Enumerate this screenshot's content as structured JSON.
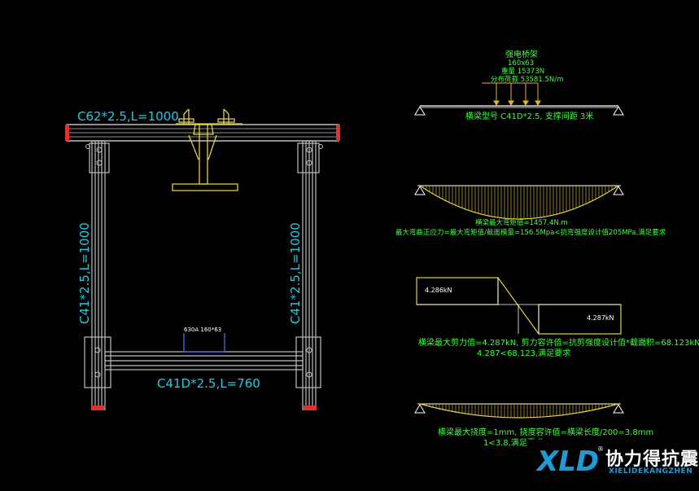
{
  "left_frame": {
    "top_beam_label": "C62*2.5,L=1000",
    "left_post_label": "C41*2.5,L=1000",
    "right_post_label": "C41*2.5,L=1000",
    "bottom_beam_label": "C41D*2.5,L=760",
    "cable_tray_label": "630A 160*63"
  },
  "load_diagram": {
    "title_line1": "强电桥架",
    "title_line2": "160x63",
    "title_line3": "重量 15373N",
    "title_line4": "分布荷载 53581.5N/m",
    "support_note": "横梁型号 C41D*2.5, 支撑间距 3米"
  },
  "moment_diagram": {
    "line1": "横梁最大弯矩值=1457.4N.m",
    "line2": "最大弯曲正应力=最大弯矩值/截面模量=156.5Mpa<抗弯强度设计值205MPa,满足要求"
  },
  "shear_diagram": {
    "left_value": "4.286kN",
    "right_value": "4.287kN",
    "line1": "横梁最大剪力值=4.287kN, 剪力容许值=抗剪强度设计值*截面积=68.123kN",
    "line2": "4.287<68.123,满足要求"
  },
  "deflection_diagram": {
    "line1": "横梁最大挠度=1mm, 挠度容许值=横梁长度/200=3.8mm",
    "line2": "1<3.8,满足要求"
  },
  "logo": {
    "mark": "XLD",
    "brand": "协力得抗震",
    "pinyin": "XIELIDEKANGZHEN",
    "registered": "®"
  },
  "colors": {
    "background": "#000000",
    "frame_gray": "#bfbfbf",
    "cyan_text": "#27c7e6",
    "yellow": "#e6d23a",
    "green_text": "#3dff3d",
    "red_caps": "#e03030",
    "blue_tray": "#4a5fd6",
    "brand_blue": "#1e9bd7"
  }
}
